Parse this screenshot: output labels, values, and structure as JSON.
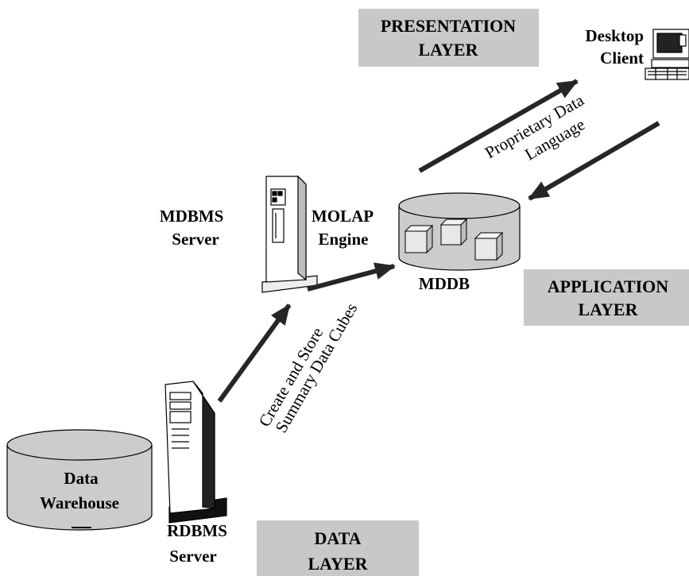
{
  "layers": {
    "presentation": {
      "line1": "PRESENTATION",
      "line2": "LAYER"
    },
    "application": {
      "line1": "APPLICATION",
      "line2": "LAYER"
    },
    "data": {
      "line1": "DATA",
      "line2": "LAYER"
    }
  },
  "nodes": {
    "desktop_client": {
      "line1": "Desktop",
      "line2": "Client"
    },
    "mdbms_server": {
      "line1": "MDBMS",
      "line2": "Server"
    },
    "molap_engine": {
      "line1": "MOLAP",
      "line2": "Engine"
    },
    "mddb": {
      "label": "MDDB"
    },
    "data_warehouse": {
      "line1": "Data",
      "line2": "Warehouse"
    },
    "rdbms_server": {
      "line1": "RDBMS",
      "line2": "Server"
    }
  },
  "flows": {
    "proprietary": {
      "line1": "Proprietary Data",
      "line2": "Language"
    },
    "create_store": {
      "line1": "Create and Store",
      "line2": "Summary Data Cubes"
    }
  },
  "colors": {
    "layer_box": "#c8c8c8",
    "cylinder_fill": "#cccccc",
    "arrow": "#262626"
  }
}
